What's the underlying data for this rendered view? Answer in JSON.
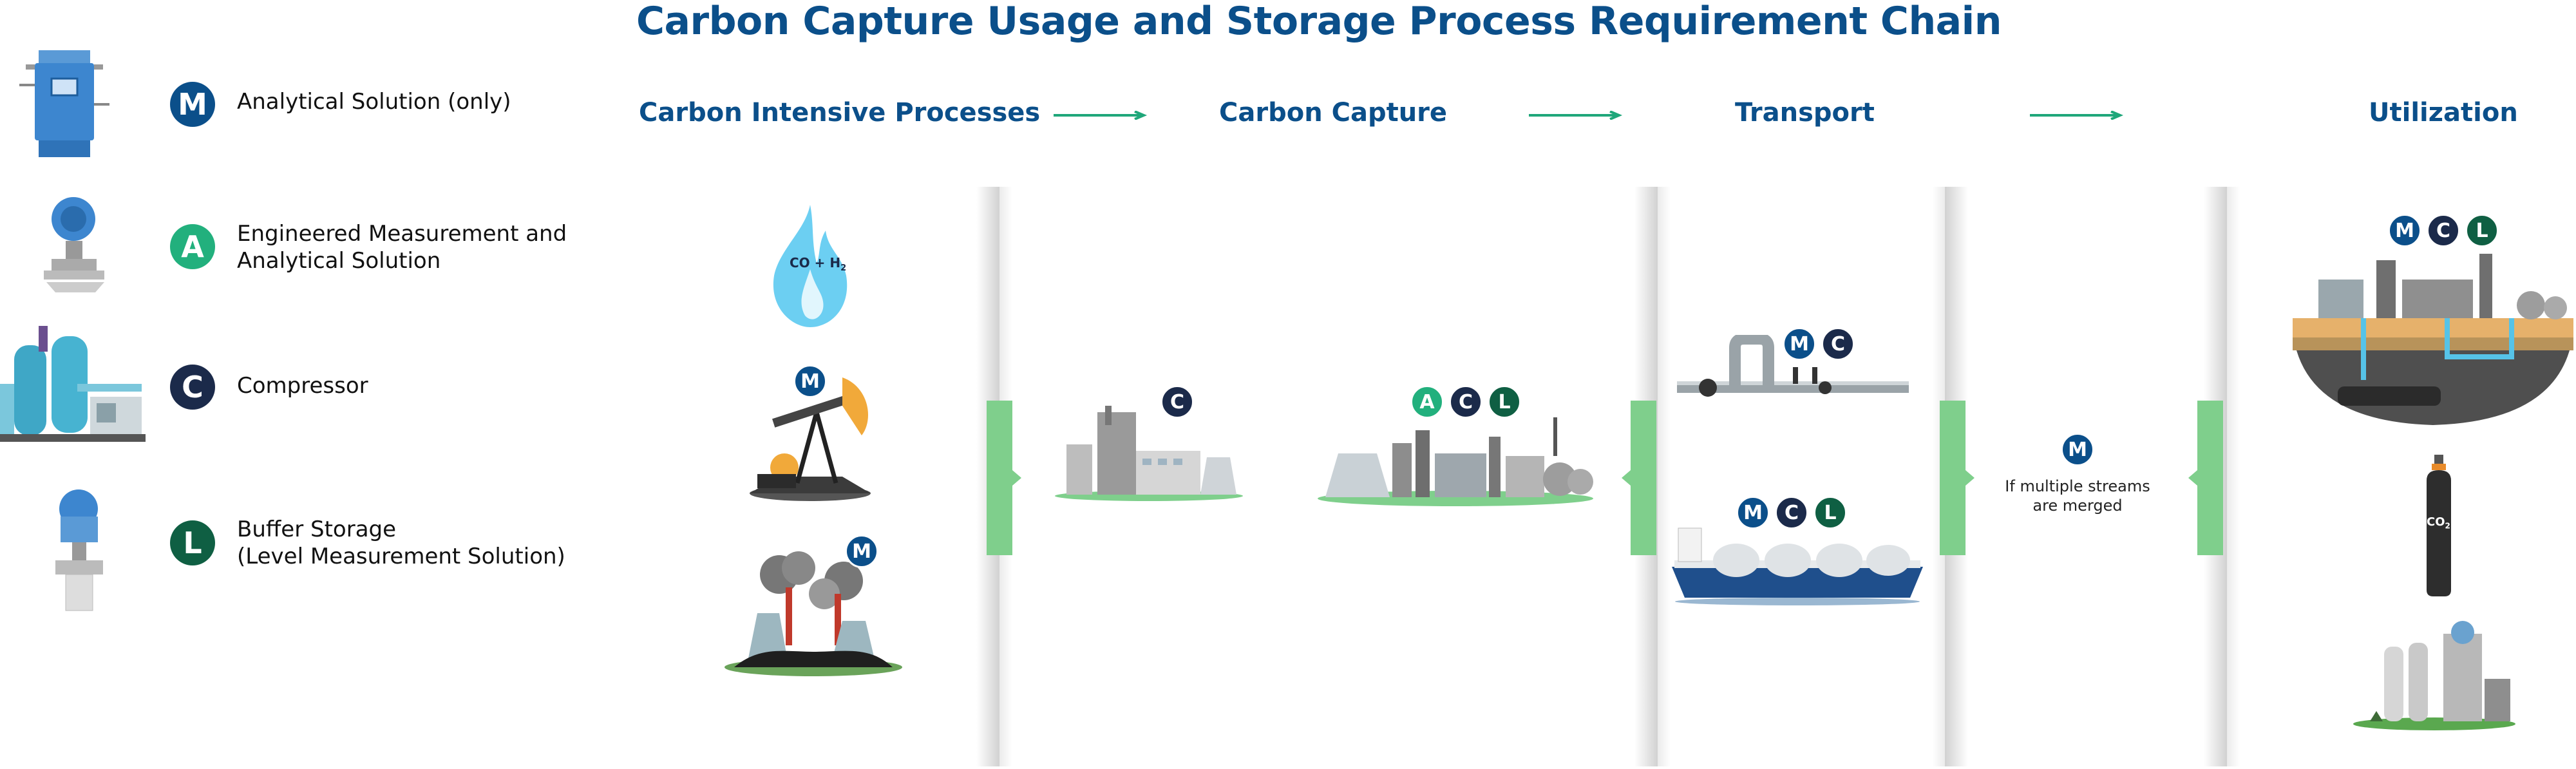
{
  "title": "Carbon Capture Usage and Storage Process Requirement Chain",
  "stages": [
    {
      "label": "Carbon Intensive Processes"
    },
    {
      "label": "Carbon Capture"
    },
    {
      "label": "Transport"
    },
    {
      "label": "Utilization"
    }
  ],
  "legend": [
    {
      "letter": "M",
      "label": "Analytical Solution (only)"
    },
    {
      "letter": "A",
      "label_line1": "Engineered Measurement and",
      "label_line2": "Analytical Solution"
    },
    {
      "letter": "C",
      "label": "Compressor"
    },
    {
      "letter": "L",
      "label_line1": "Buffer Storage",
      "label_line2": "(Level Measurement Solution)"
    }
  ],
  "flame_label": "CO + H",
  "flame_sub": "2",
  "cylinder_label": "CO",
  "cylinder_sub": "2",
  "note_line1": "If multiple streams",
  "note_line2": "are merged",
  "badges": {
    "M": "M",
    "A": "A",
    "C": "C",
    "L": "L"
  },
  "colors": {
    "M": "#0b4f8a",
    "A": "#22b07d",
    "C": "#1b2a4a",
    "L": "#0f5f43",
    "title": "#0b4f8a",
    "arrow": "#1fa77a",
    "bracket": "#7fcf8c"
  }
}
